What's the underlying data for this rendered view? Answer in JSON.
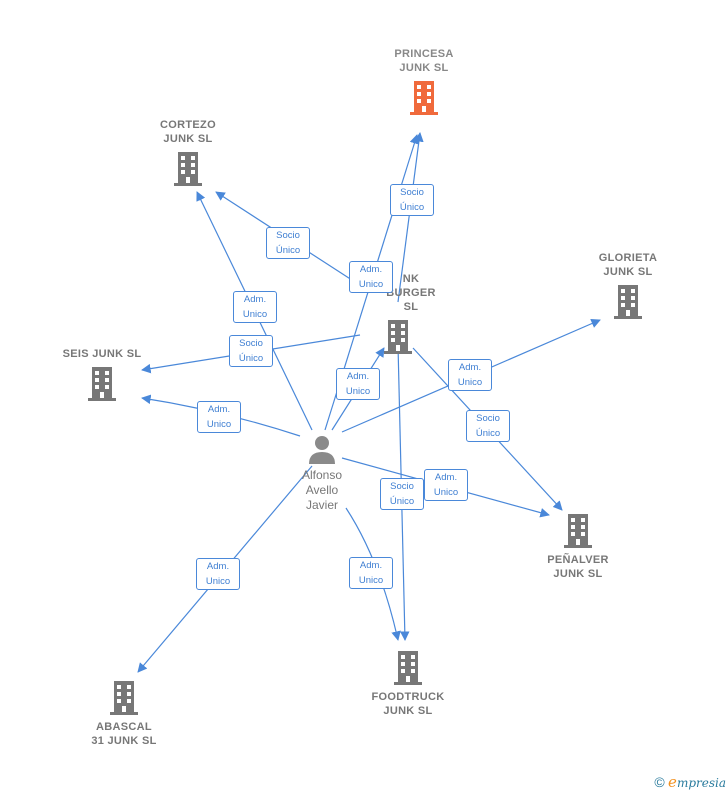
{
  "colors": {
    "edge": "#4a88d9",
    "node": "#777777",
    "root": "#f06a3c"
  },
  "nodes": {
    "princesa": {
      "label": "PRINCESA\nJUNK SL",
      "icon": "building-icon"
    },
    "cortezo": {
      "label": "CORTEZO\nJUNK SL",
      "icon": "building-icon"
    },
    "burger": {
      "label": "NK\nBURGER SL",
      "icon": "building-icon"
    },
    "glorieta": {
      "label": "GLORIETA\nJUNK SL",
      "icon": "building-icon"
    },
    "seis": {
      "label": "SEIS JUNK SL",
      "icon": "building-icon"
    },
    "penalver": {
      "label": "PEÑALVER\nJUNK SL",
      "icon": "building-icon"
    },
    "foodtruck": {
      "label": "FOODTRUCK\nJUNK SL",
      "icon": "building-icon"
    },
    "abascal": {
      "label": "ABASCAL\n31 JUNK SL",
      "icon": "building-icon"
    }
  },
  "person": {
    "label": "Alfonso\nAvello\nJavier",
    "icon": "person-icon"
  },
  "edge_labels": {
    "socio_princesa": "Socio\nÚnico",
    "socio_cortezo": "Socio\nÚnico",
    "adm_burger_princesa": "Adm.\nUnico",
    "adm_cortezo": "Adm.\nUnico",
    "socio_seis": "Socio\nÚnico",
    "adm_burger": "Adm.\nUnico",
    "adm_glorieta": "Adm.\nUnico",
    "adm_seis": "Adm.\nUnico",
    "socio_penalver": "Socio\nÚnico",
    "adm_penalver": "Adm.\nUnico",
    "socio_foodtruck": "Socio\nÚnico",
    "adm_abascal": "Adm.\nUnico",
    "adm_foodtruck": "Adm.\nUnico"
  },
  "footer": {
    "copyright": "©",
    "brand_e": "e",
    "brand_rest": "mpresia"
  }
}
